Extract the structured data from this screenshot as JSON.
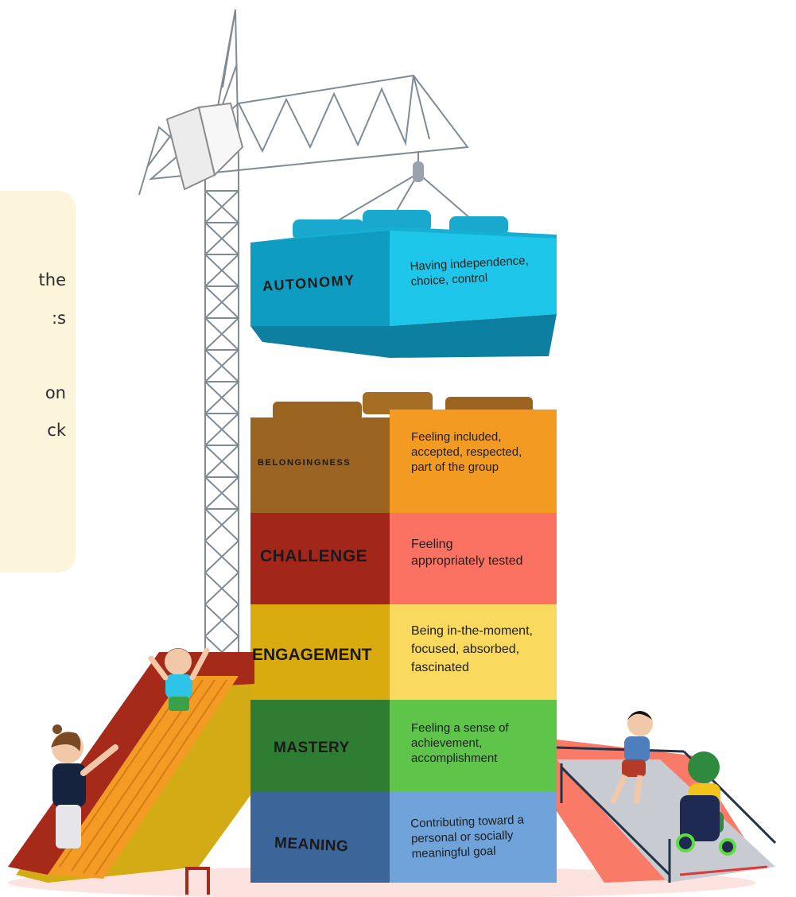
{
  "callout": {
    "lines": [
      "the",
      "s:",
      "",
      "on",
      "ck"
    ]
  },
  "blocks": [
    {
      "key": "autonomy",
      "title": "AUTONOMY",
      "desc": [
        "Having independence,",
        "choice, control"
      ],
      "colors": {
        "left": "#0e9cc0",
        "right": "#1ec7ea",
        "top": "#19b6d9"
      }
    },
    {
      "key": "belongingness",
      "title": "BELONGINGNESS",
      "desc": [
        "Feeling included,",
        "accepted, respected,",
        "part of the group"
      ],
      "colors": {
        "left": "#9b6521",
        "right": "#f29a22",
        "top": "#a66d25"
      }
    },
    {
      "key": "challenge",
      "title": "CHALLENGE",
      "desc": [
        "Feeling",
        "appropriately tested"
      ],
      "colors": {
        "left": "#a2261a",
        "right": "#fb7263"
      }
    },
    {
      "key": "engagement",
      "title": "ENGAGEMENT",
      "desc": [
        "Being in-the-moment,",
        "focused, absorbed,",
        "fascinated"
      ],
      "colors": {
        "left": "#d9ab0f",
        "right": "#f9da5f"
      }
    },
    {
      "key": "mastery",
      "title": "MASTERY",
      "desc": [
        "Feeling a sense of",
        "achievement,",
        "accomplishment"
      ],
      "colors": {
        "left": "#2f7d32",
        "right": "#5fc44a"
      }
    },
    {
      "key": "meaning",
      "title": "MEANING",
      "desc": [
        "Contributing toward a",
        "personal or socially",
        "meaningful goal"
      ],
      "colors": {
        "left": "#3c6599",
        "right": "#6fa3d9"
      }
    }
  ]
}
